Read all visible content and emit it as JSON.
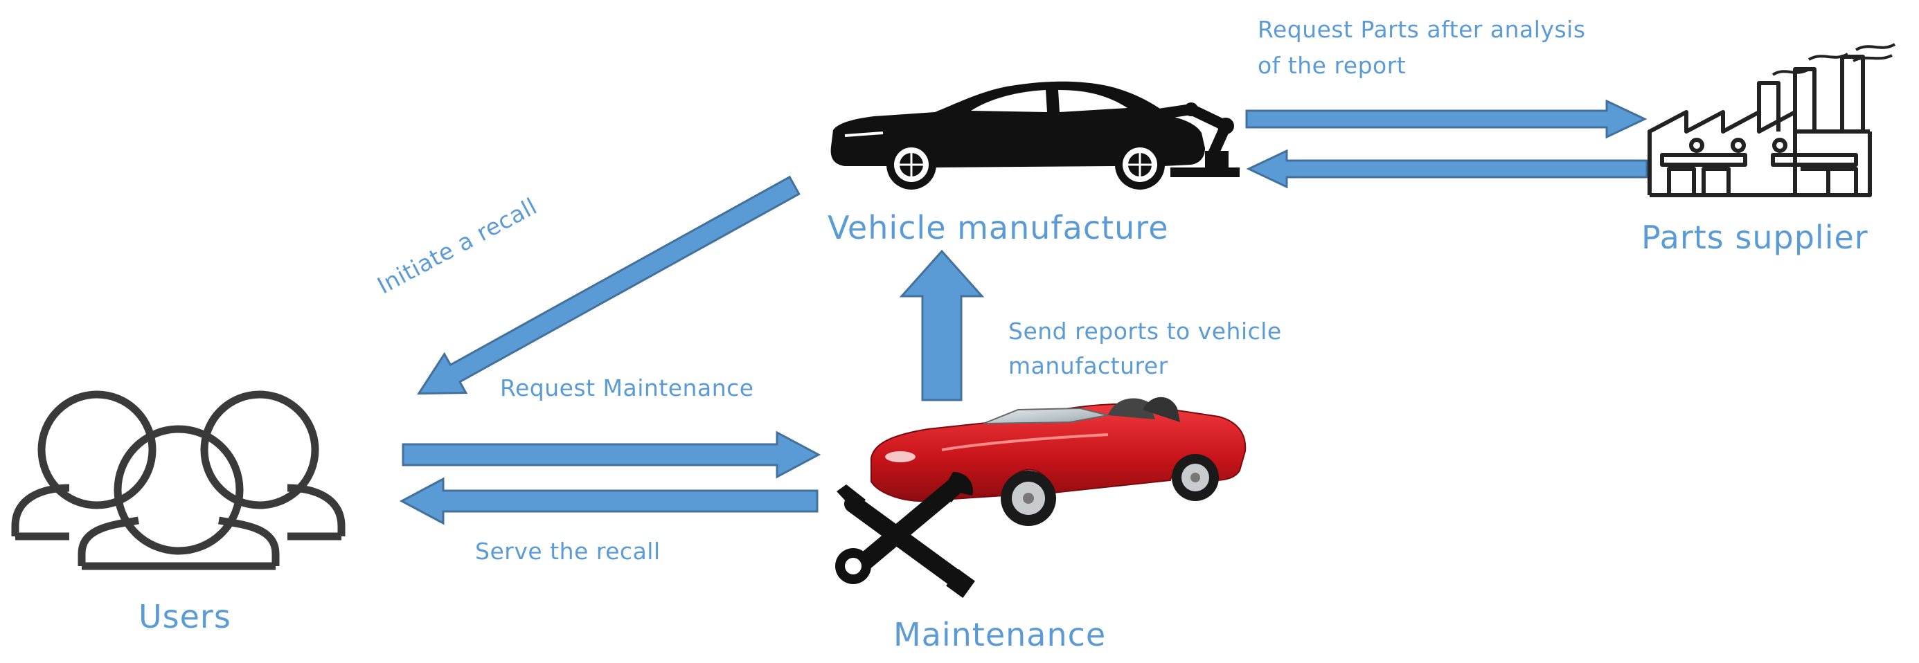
{
  "nodes": {
    "users": "Users",
    "maintenance": "Maintenance",
    "vehicle_manufacture": "Vehicle manufacture",
    "parts_supplier": "Parts supplier"
  },
  "edges": {
    "initiate_recall": "Initiate a recall",
    "request_maintenance": "Request Maintenance",
    "serve_recall": "Serve the recall",
    "send_reports_1": "Send reports to vehicle",
    "send_reports_2": "manufacturer",
    "request_parts_1": "Request Parts after analysis",
    "request_parts_2": "of the report"
  },
  "colors": {
    "label": "#5b9bd5",
    "arrow_fill": "#5b9bd5",
    "arrow_stroke": "#41719c",
    "car_red": "#d0161c",
    "icon_dark": "#222222"
  },
  "icons": {
    "users": "users-group-icon",
    "manufacture": "sports-car-robot-arm-icon",
    "supplier": "factory-icon",
    "maintenance": "red-convertible-wrench-icon"
  }
}
